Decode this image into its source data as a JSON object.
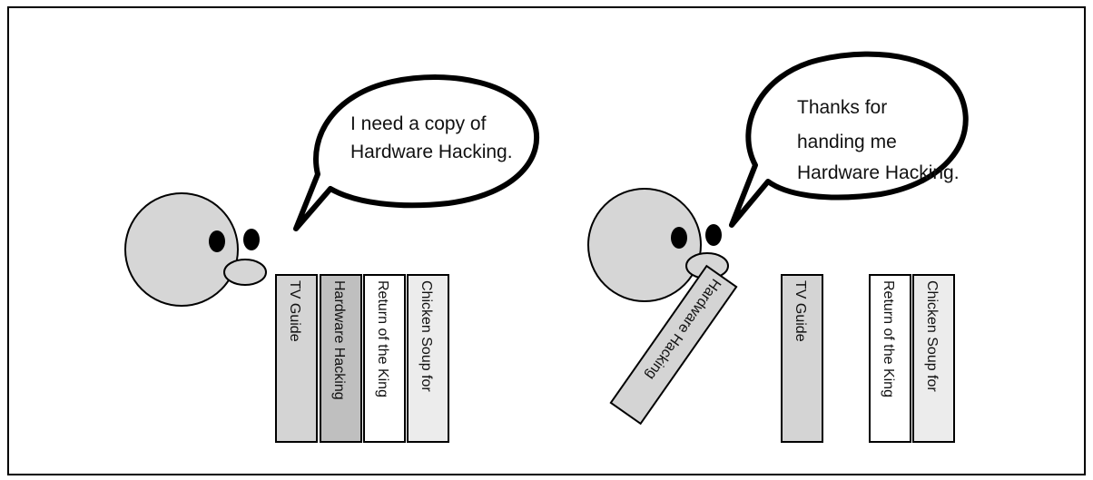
{
  "scenes": {
    "left": {
      "speech": [
        "I need a copy of",
        "Hardware Hacking."
      ],
      "books": [
        "TV Guide",
        "Hardware Hacking",
        "Return of the King",
        "Chicken Soup for"
      ]
    },
    "right": {
      "speech": [
        "Thanks for",
        "handing me",
        "Hardware Hacking."
      ],
      "books": [
        "Hardware Hacking",
        "TV Guide",
        "Return of the King",
        "Chicken Soup for"
      ]
    }
  },
  "colors": {
    "head_fill": "#d6d6d6",
    "book_gray": "#d4d4d4",
    "book_highlight": "#bfbfbf",
    "book_white": "#ffffff",
    "book_light": "#ececec",
    "stroke": "#000000"
  }
}
